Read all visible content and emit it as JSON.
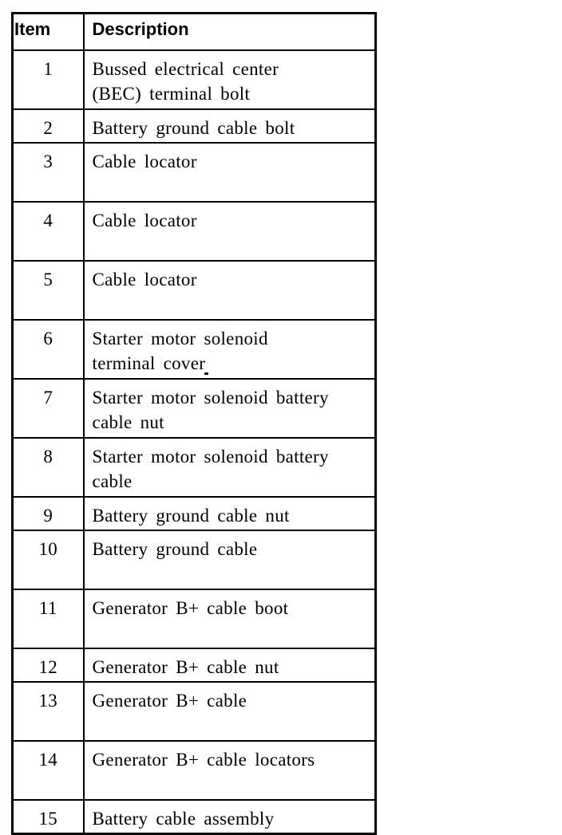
{
  "document": {
    "colors": {
      "border": "#000000",
      "background": "#ffffff",
      "text": "#000000"
    },
    "table": {
      "headers": {
        "item": "Item",
        "description": "Description"
      },
      "rows": [
        {
          "item": "1",
          "description": "Bussed electrical center\n(BEC) terminal bolt",
          "tall": true
        },
        {
          "item": "2",
          "description": "Battery ground cable bolt",
          "tall": false
        },
        {
          "item": "3",
          "description": "Cable locator",
          "tall": true
        },
        {
          "item": "4",
          "description": "Cable locator",
          "tall": true
        },
        {
          "item": "5",
          "description": "Cable locator",
          "tall": true
        },
        {
          "item": "6",
          "description": "Starter motor solenoid\nterminal cover",
          "tall": true
        },
        {
          "item": "7",
          "description": "Starter motor solenoid battery\ncable nut",
          "tall": true
        },
        {
          "item": "8",
          "description": "Starter motor solenoid battery\ncable",
          "tall": true
        },
        {
          "item": "9",
          "description": "Battery ground cable nut",
          "tall": false
        },
        {
          "item": "10",
          "description": "Battery ground cable",
          "tall": true
        },
        {
          "item": "11",
          "description": "Generator B+ cable boot",
          "tall": true
        },
        {
          "item": "12",
          "description": "Generator B+ cable nut",
          "tall": false
        },
        {
          "item": "13",
          "description": "Generator B+ cable",
          "tall": true
        },
        {
          "item": "14",
          "description": "Generator B+ cable locators",
          "tall": true
        },
        {
          "item": "15",
          "description": "Battery cable assembly",
          "tall": false
        }
      ]
    }
  }
}
